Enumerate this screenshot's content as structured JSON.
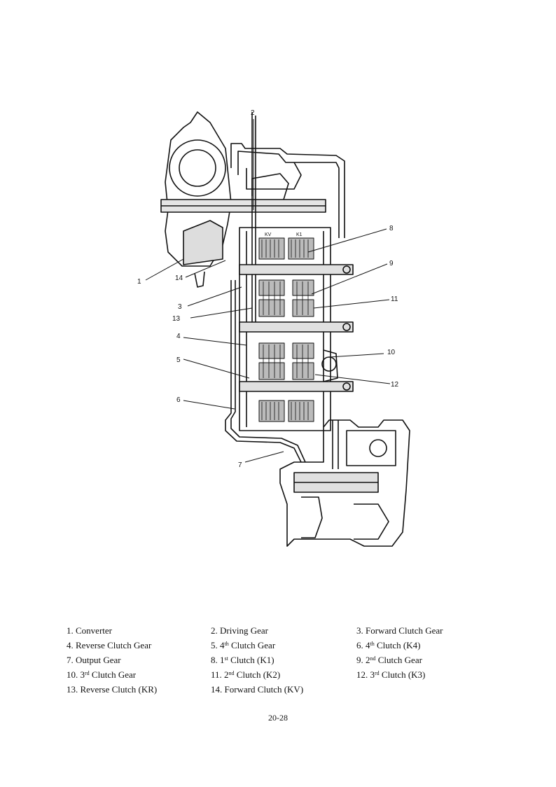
{
  "diagram": {
    "callouts": [
      {
        "n": "1",
        "id": "converter"
      },
      {
        "n": "2",
        "id": "driving-gear"
      },
      {
        "n": "3",
        "id": "forward-clutch-gear"
      },
      {
        "n": "4",
        "id": "reverse-clutch-gear"
      },
      {
        "n": "5",
        "id": "4th-clutch-gear"
      },
      {
        "n": "6",
        "id": "4th-clutch-k4"
      },
      {
        "n": "7",
        "id": "output-gear"
      },
      {
        "n": "8",
        "id": "1st-clutch-k1"
      },
      {
        "n": "9",
        "id": "2nd-clutch-gear"
      },
      {
        "n": "10",
        "id": "3rd-clutch-gear"
      },
      {
        "n": "11",
        "id": "2nd-clutch-k2"
      },
      {
        "n": "12",
        "id": "3rd-clutch-k3"
      },
      {
        "n": "13",
        "id": "reverse-clutch-kr"
      },
      {
        "n": "14",
        "id": "forward-clutch-kv"
      }
    ],
    "inline_labels": {
      "kv": "KV",
      "k1": "K1"
    }
  },
  "legend": [
    [
      {
        "pre": "1. Converter",
        "sup": "",
        "post": ""
      },
      {
        "pre": "2. Driving Gear",
        "sup": "",
        "post": ""
      },
      {
        "pre": "3. Forward Clutch Gear",
        "sup": "",
        "post": ""
      }
    ],
    [
      {
        "pre": "4. Reverse Clutch Gear",
        "sup": "",
        "post": ""
      },
      {
        "pre": "5. 4",
        "sup": "th",
        "post": " Clutch Gear"
      },
      {
        "pre": "6. 4",
        "sup": "th",
        "post": " Clutch (K4)"
      }
    ],
    [
      {
        "pre": "7. Output Gear",
        "sup": "",
        "post": ""
      },
      {
        "pre": "8. 1",
        "sup": "st",
        "post": " Clutch (K1)"
      },
      {
        "pre": "9. 2",
        "sup": "nd",
        "post": " Clutch Gear"
      }
    ],
    [
      {
        "pre": "10. 3",
        "sup": "rd",
        "post": " Clutch Gear"
      },
      {
        "pre": "11. 2",
        "sup": "nd",
        "post": " Clutch (K2)"
      },
      {
        "pre": "12. 3",
        "sup": "rd",
        "post": " Clutch (K3)"
      }
    ],
    [
      {
        "pre": "13. Reverse Clutch (KR)",
        "sup": "",
        "post": ""
      },
      {
        "pre": "14. Forward Clutch (KV)",
        "sup": "",
        "post": ""
      },
      {
        "pre": "",
        "sup": "",
        "post": ""
      }
    ]
  ],
  "page_number": "20-28"
}
